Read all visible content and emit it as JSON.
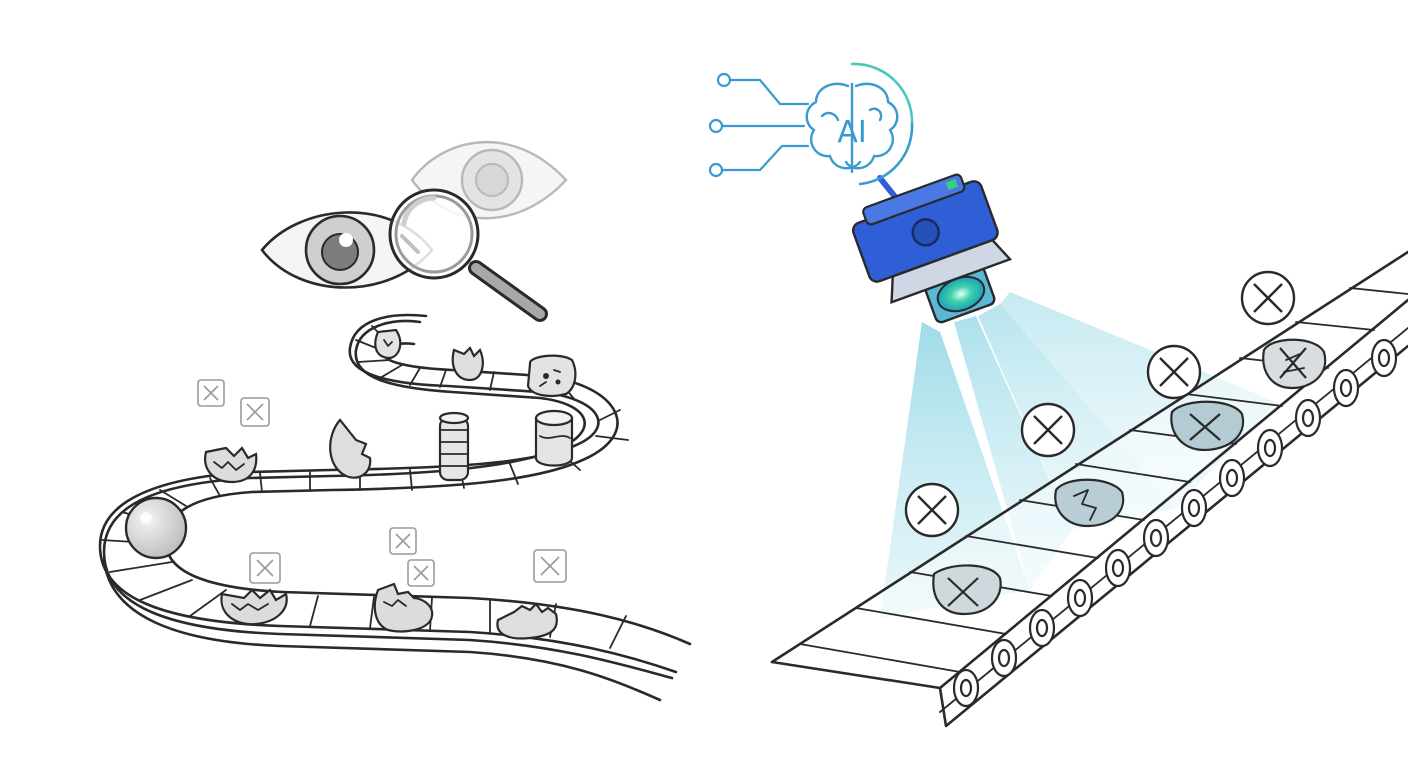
{
  "scene": {
    "left_panel": "manual-inspection",
    "right_panel": "automated-inspection"
  },
  "ai_badge": {
    "text": "AI",
    "icon": "brain-circuit-icon"
  },
  "colors": {
    "ink": "#2a2a2a",
    "gray_item": "#d8d8d8",
    "camera_blue": "#2f5fd6",
    "camera_lens": "#33c9a8",
    "beam": "#9fd8e4",
    "ai_blue": "#3a9ad0",
    "ai_teal": "#4cc7b7"
  },
  "icons": [
    "eye-icon",
    "magnifying-glass-icon",
    "camera-icon",
    "reject-x-icon"
  ]
}
